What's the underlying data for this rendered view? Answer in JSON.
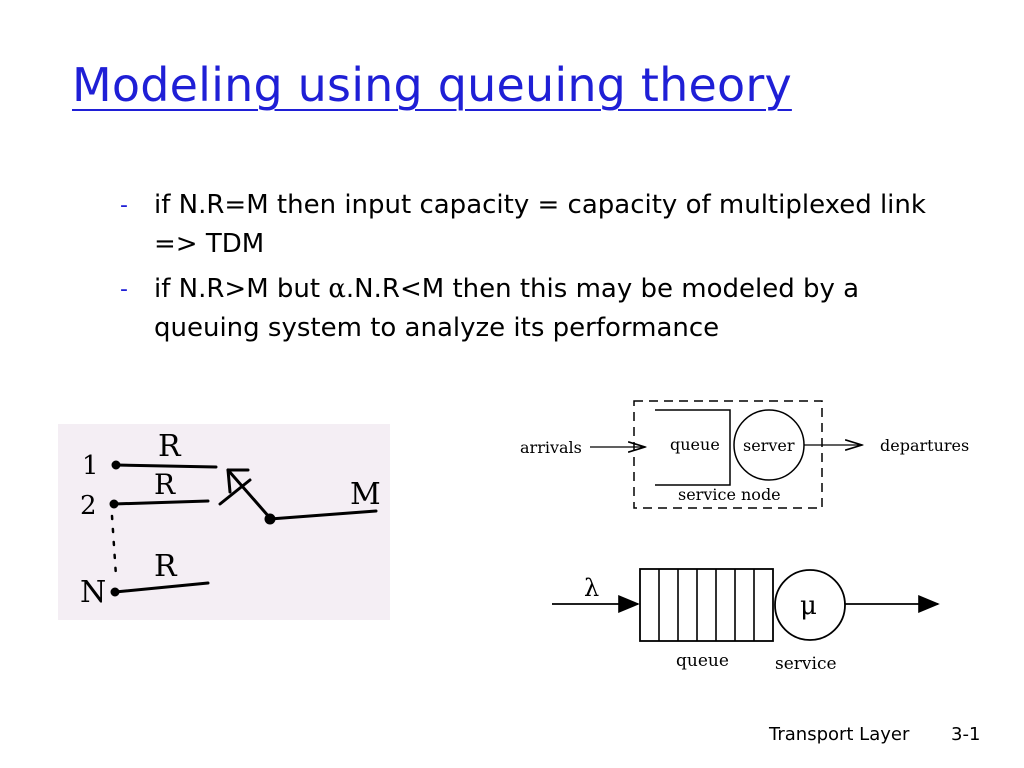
{
  "slide": {
    "title": "Modeling using queuing theory",
    "bullets": [
      {
        "pre": "if N.R=M then input capacity = capacity of multiplexed link => TDM",
        "sym": "",
        "post": ""
      },
      {
        "pre": "if N.R>M but ",
        "sym": "α",
        "post": ".N.R<M then this may be modeled by a queuing system to analyze its performance"
      }
    ],
    "bullet_marker": "-",
    "colors": {
      "title": "#1f1fd6",
      "text": "#000000",
      "sketch_bg": "#f4eef4"
    }
  },
  "mux_sketch": {
    "labels": {
      "r1": "R",
      "r2": "R",
      "rn": "R",
      "m": "M",
      "n1": "1",
      "n2": "2",
      "nn": "N"
    }
  },
  "node_diagram": {
    "arrivals": "arrivals",
    "queue": "queue",
    "server": "server",
    "departures": "departures",
    "service_node": "service node"
  },
  "queue_diagram": {
    "lambda": "λ",
    "mu": "μ",
    "queue": "queue",
    "service": "service"
  },
  "footer": {
    "left": "Transport Layer",
    "right": "3-1"
  }
}
